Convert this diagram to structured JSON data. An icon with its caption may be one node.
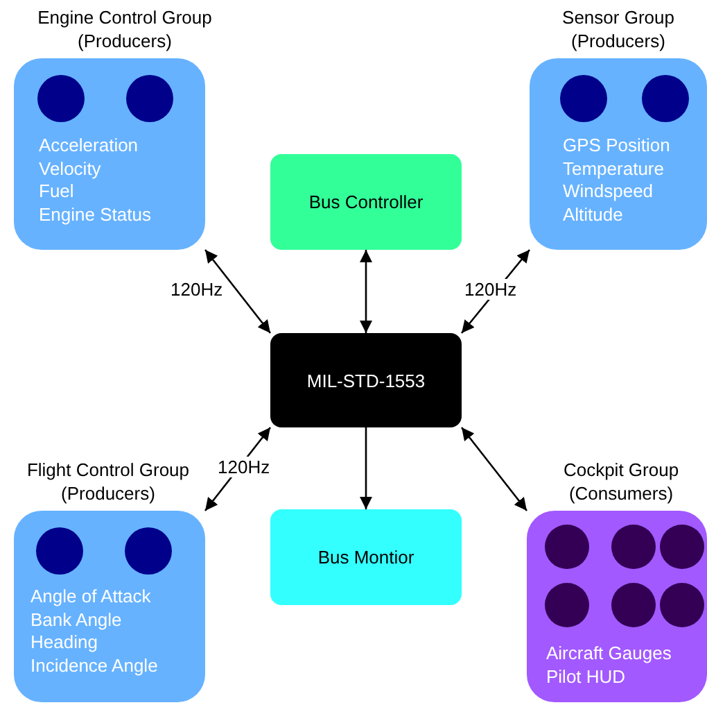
{
  "diagram": {
    "nodes": [
      {
        "text": [
          "Engine Control Group (Producers)",
          "Acceleration",
          "Velocity",
          "Fuel",
          "Engine Status"
        ]
      },
      {
        "text": [
          "Bus Controller"
        ]
      },
      {
        "text": [
          "Sensor Group (Producers)",
          "GPS Position",
          "Temperature",
          "Windspeed",
          "Altitude"
        ]
      },
      {
        "text": [
          "MIL-STD-1553"
        ]
      },
      {
        "text": [
          "Flight Control Group (Producers)",
          "Angle of Attack",
          "Bank Angle",
          "Heading",
          "Incidence Angle"
        ]
      },
      {
        "text": [
          "Bus Montior"
        ]
      },
      {
        "text": [
          "Cockpit Group (Consumers)",
          "Aircraft Gauges",
          "Pilot HUD"
        ]
      }
    ],
    "edges": [
      {
        "from": 3,
        "to": 0,
        "arrow": "both",
        "label": "120Hz"
      },
      {
        "from": 3,
        "to": 1,
        "arrow": "both"
      },
      {
        "from": 3,
        "to": 2,
        "arrow": "both",
        "label": "120Hz"
      },
      {
        "from": 3,
        "to": 4,
        "arrow": "both",
        "label": "120Hz"
      },
      {
        "from": 3,
        "to": 5,
        "arrow": "to"
      },
      {
        "from": 3,
        "to": 6,
        "arrow": "both"
      }
    ]
  }
}
